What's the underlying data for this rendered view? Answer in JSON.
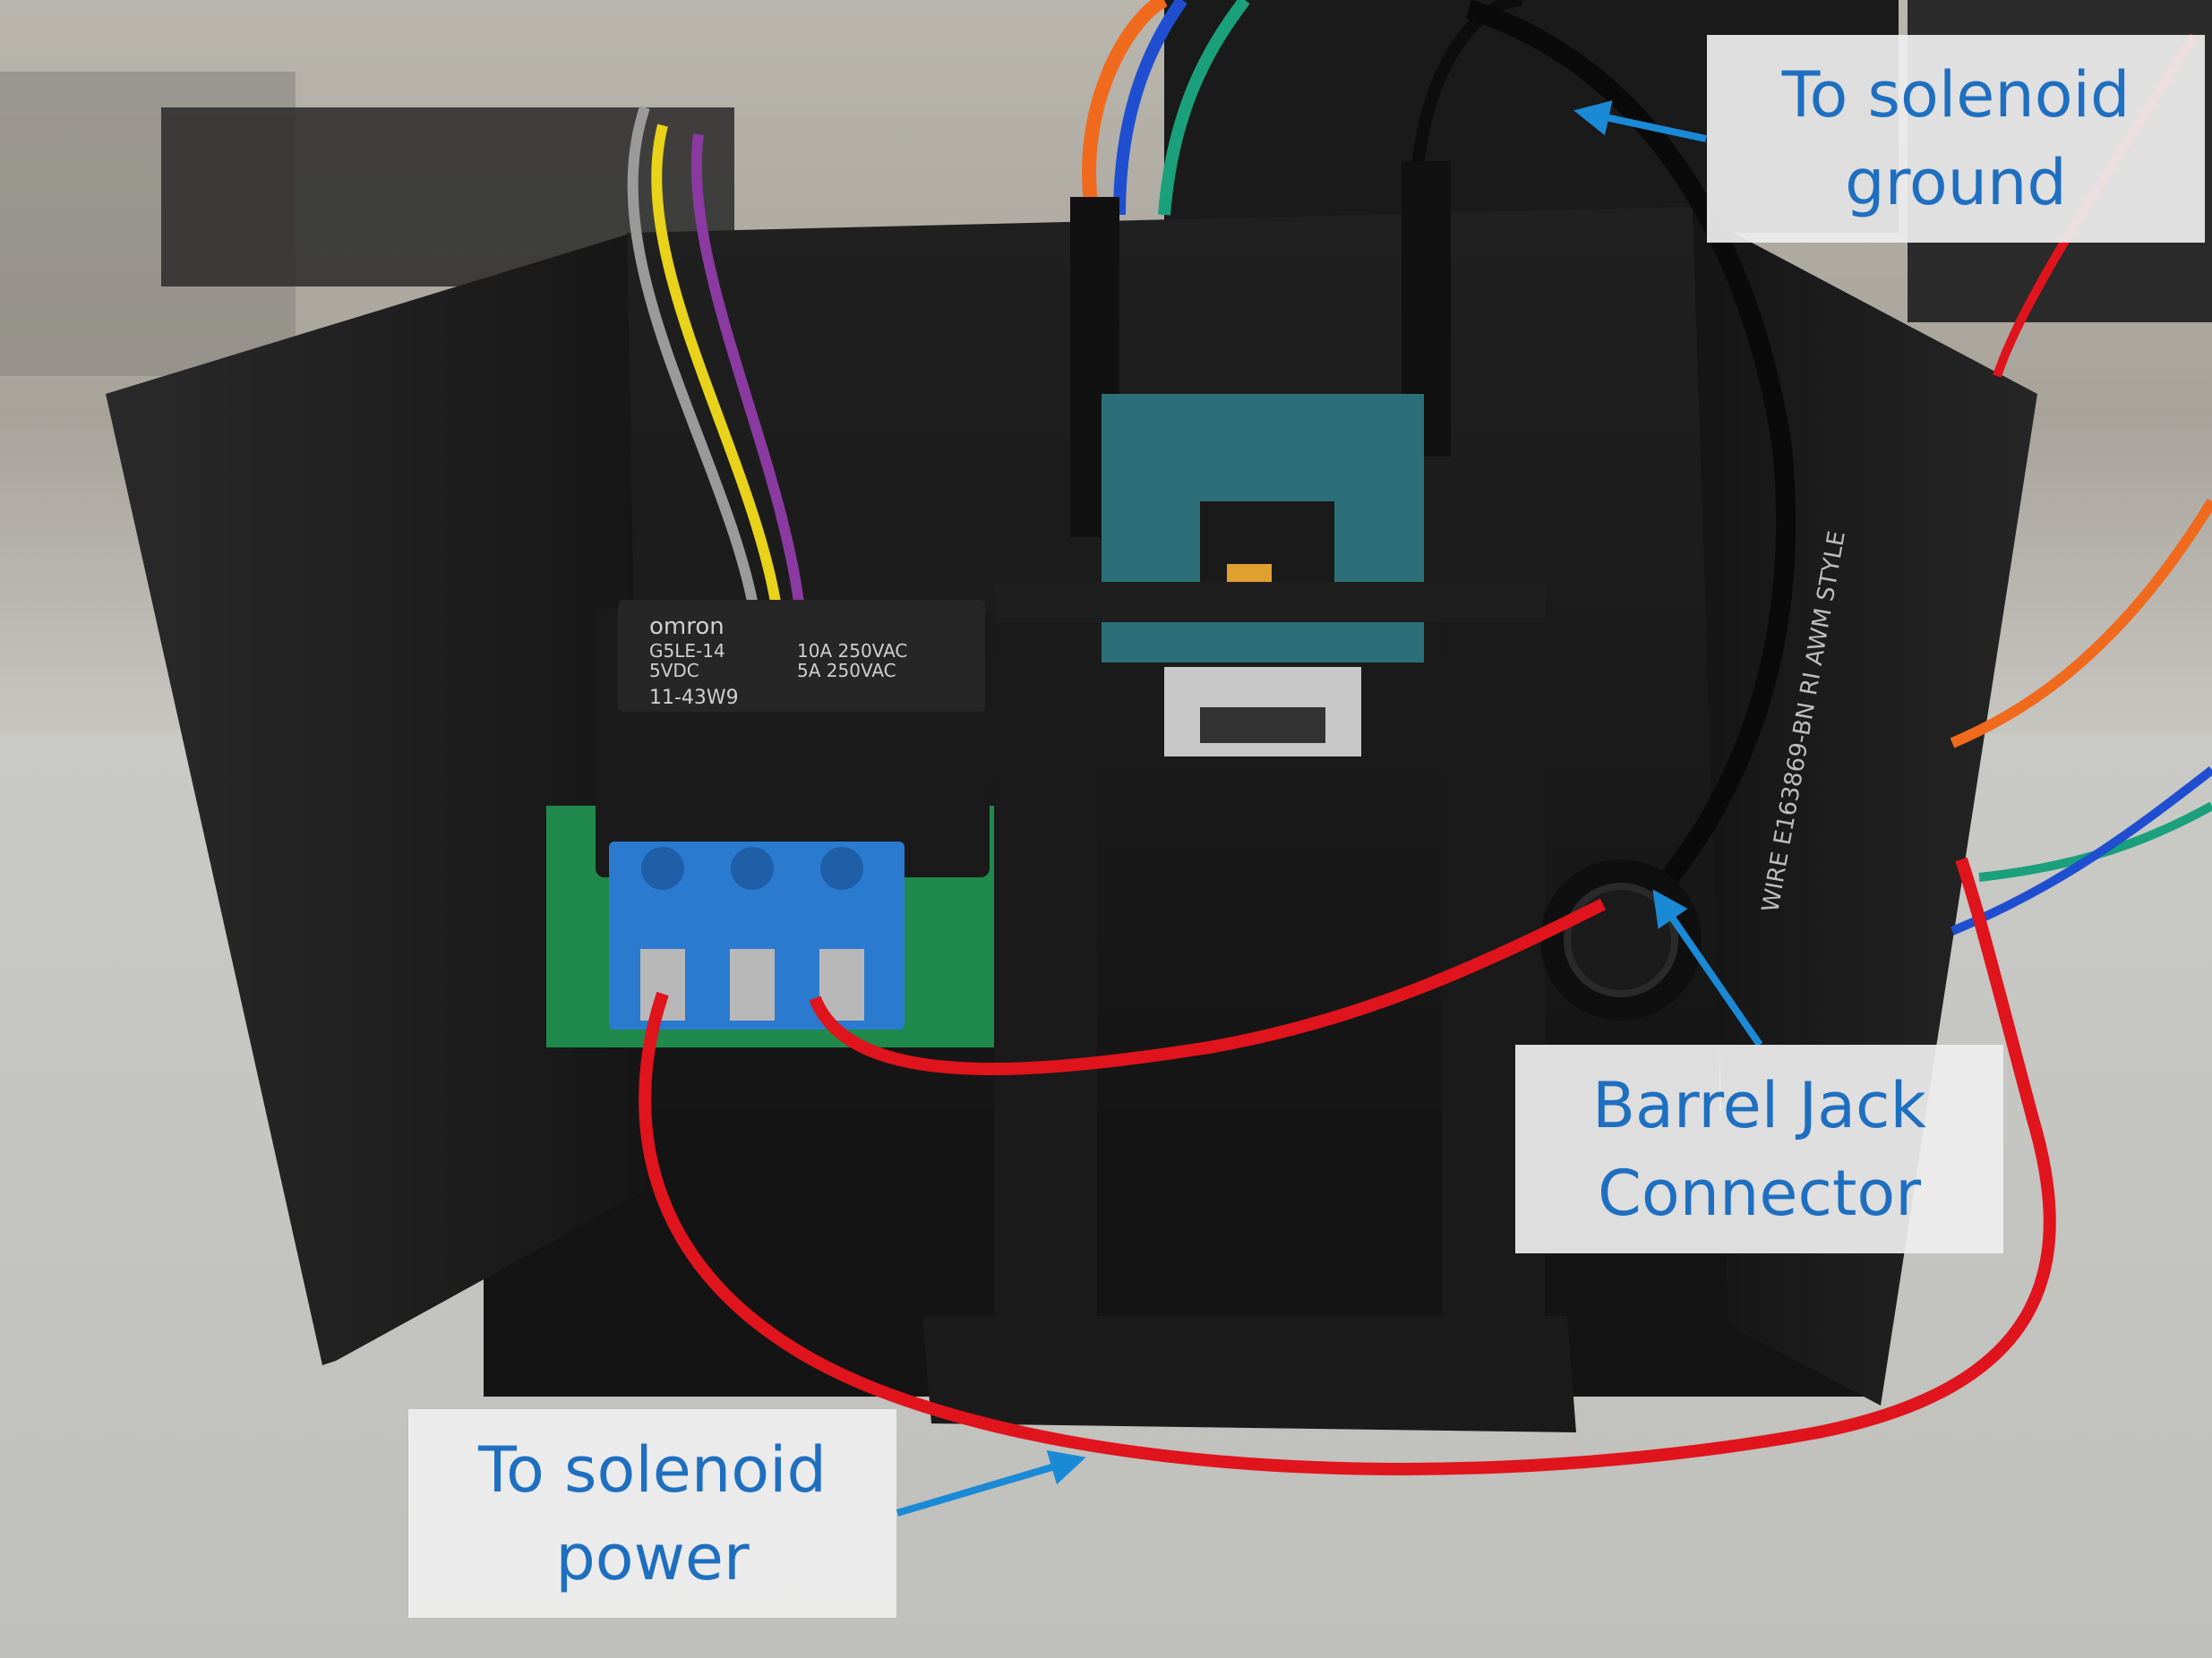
{
  "photo": {
    "description_icon": "electronics-enclosure-photo",
    "colors": {
      "enclosure": "#1c1c1c",
      "table": "#cbcbc8",
      "wire_red": "#e0141c",
      "terminal_blue": "#2a7ad0",
      "pcb_green": "#1f8a4c",
      "arduino_teal": "#2c6f78",
      "label_text": "#1f6fc0"
    },
    "relay_markings": {
      "brand": "omron",
      "model": "G5LE-14",
      "voltage": "5VDC",
      "rating_1": "10A 250VAC",
      "rating_2": "5A 250VAC",
      "code": "11-43W9"
    },
    "cable_marking": "WIRE E163869-BN RI AWM STYLE"
  },
  "labels": {
    "solenoid_ground": [
      "To solenoid",
      "ground"
    ],
    "barrel_jack": [
      "Barrel Jack",
      "Connector"
    ],
    "solenoid_power": [
      "To solenoid",
      "power"
    ]
  }
}
